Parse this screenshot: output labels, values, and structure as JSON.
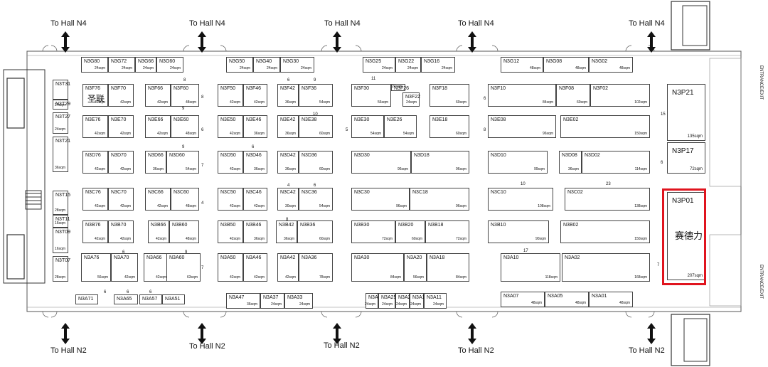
{
  "labels": {
    "top": [
      "To Hall N4",
      "To Hall N4",
      "To Hall N4",
      "To Hall N4",
      "To Hall N4"
    ],
    "bottom": [
      "To Hall N2",
      "To Hall N2",
      "To Hall N2",
      "To Hall N2",
      "To Hall N2"
    ],
    "entrance_top": "ENTRANCE/EXIT",
    "entrance_bottom": "ENTRANCE/EXIT"
  },
  "aisle_numbers": [
    "8",
    "9",
    "6",
    "9",
    "11",
    "10",
    "9",
    "6",
    "4",
    "6",
    "8",
    "6",
    "9",
    "6",
    "15",
    "17",
    "8",
    "6",
    "7",
    "7",
    "6",
    "6",
    "6",
    "8",
    "5",
    "10",
    "23",
    "4",
    "6",
    "7"
  ],
  "booths": [
    {
      "id": "N3G80",
      "size": "24sqm"
    },
    {
      "id": "N3G72",
      "size": "24sqm"
    },
    {
      "id": "N3G66",
      "size": "24sqm"
    },
    {
      "id": "N3G60",
      "size": "24sqm"
    },
    {
      "id": "N3G50",
      "size": "24sqm"
    },
    {
      "id": "N3G40",
      "size": "24sqm"
    },
    {
      "id": "N3G30",
      "size": "24sqm"
    },
    {
      "id": "N3G25",
      "size": "24sqm"
    },
    {
      "id": "N3G22",
      "size": "24sqm"
    },
    {
      "id": "N3G16",
      "size": "24sqm"
    },
    {
      "id": "N3G12",
      "size": "48sqm"
    },
    {
      "id": "N3G08",
      "size": "48sqm"
    },
    {
      "id": "N3G02",
      "size": "48sqm"
    },
    {
      "id": "N3F76",
      "size": "42sqm",
      "name": "圣联"
    },
    {
      "id": "N3F70",
      "size": "42sqm"
    },
    {
      "id": "N3F66",
      "size": "42sqm"
    },
    {
      "id": "N3F60",
      "size": "48sqm"
    },
    {
      "id": "N3F50",
      "size": "42sqm"
    },
    {
      "id": "N3F46",
      "size": "42sqm"
    },
    {
      "id": "N3F42",
      "size": "36sqm"
    },
    {
      "id": "N3F36",
      "size": "54sqm"
    },
    {
      "id": "N3F30",
      "size": "56sqm"
    },
    {
      "id": "N3F26",
      "size": "24sqm"
    },
    {
      "id": "N3F22",
      "size": "24sqm"
    },
    {
      "id": "N3F18",
      "size": "60sqm"
    },
    {
      "id": "N3F10",
      "size": "84sqm"
    },
    {
      "id": "N3F08",
      "size": "60sqm"
    },
    {
      "id": "N3F02",
      "size": "102sqm"
    },
    {
      "id": "N3E76",
      "size": "42sqm"
    },
    {
      "id": "N3E70",
      "size": "42sqm"
    },
    {
      "id": "N3E66",
      "size": "42sqm"
    },
    {
      "id": "N3E60",
      "size": "48sqm"
    },
    {
      "id": "N3E50",
      "size": "42sqm"
    },
    {
      "id": "N3E46",
      "size": "36sqm"
    },
    {
      "id": "N3E42",
      "size": "36sqm"
    },
    {
      "id": "N3E38",
      "size": "60sqm"
    },
    {
      "id": "N3E30",
      "size": "54sqm"
    },
    {
      "id": "N3E26",
      "size": "54sqm"
    },
    {
      "id": "N3E18",
      "size": "60sqm"
    },
    {
      "id": "N3E08",
      "size": "96sqm"
    },
    {
      "id": "N3E02",
      "size": "150sqm"
    },
    {
      "id": "N3D76",
      "size": "42sqm"
    },
    {
      "id": "N3D70",
      "size": "42sqm"
    },
    {
      "id": "N3D66",
      "size": "36sqm"
    },
    {
      "id": "N3D60",
      "size": "54sqm"
    },
    {
      "id": "N3D50",
      "size": "42sqm"
    },
    {
      "id": "N3D46",
      "size": "36sqm"
    },
    {
      "id": "N3D42",
      "size": "36sqm"
    },
    {
      "id": "N3D36",
      "size": "60sqm"
    },
    {
      "id": "N3D30",
      "size": "96sqm"
    },
    {
      "id": "N3D18",
      "size": "96sqm"
    },
    {
      "id": "N3D10",
      "size": "99sqm"
    },
    {
      "id": "N3D08",
      "size": "36sqm"
    },
    {
      "id": "N3D02",
      "size": "114sqm"
    },
    {
      "id": "N3C76",
      "size": "42sqm"
    },
    {
      "id": "N3C70",
      "size": "42sqm"
    },
    {
      "id": "N3C66",
      "size": "42sqm"
    },
    {
      "id": "N3C60",
      "size": "48sqm"
    },
    {
      "id": "N3C50",
      "size": "42sqm"
    },
    {
      "id": "N3C46",
      "size": "42sqm"
    },
    {
      "id": "N3C42",
      "size": "30sqm"
    },
    {
      "id": "N3C36",
      "size": "54sqm"
    },
    {
      "id": "N3C30",
      "size": "96sqm"
    },
    {
      "id": "N3C18",
      "size": "96sqm"
    },
    {
      "id": "N3C10",
      "size": "108sqm"
    },
    {
      "id": "N3C02",
      "size": "138sqm"
    },
    {
      "id": "N3B76",
      "size": "42sqm"
    },
    {
      "id": "N3B70",
      "size": "42sqm"
    },
    {
      "id": "N3B66",
      "size": "42sqm"
    },
    {
      "id": "N3B60",
      "size": "48sqm"
    },
    {
      "id": "N3B50",
      "size": "42sqm"
    },
    {
      "id": "N3B46",
      "size": "36sqm"
    },
    {
      "id": "N3B42",
      "size": "36sqm"
    },
    {
      "id": "N3B36",
      "size": "60sqm"
    },
    {
      "id": "N3B30",
      "size": "72sqm"
    },
    {
      "id": "N3B20",
      "size": "60sqm"
    },
    {
      "id": "N3B18",
      "size": "72sqm"
    },
    {
      "id": "N3B10",
      "size": "90sqm"
    },
    {
      "id": "N3B02",
      "size": "150sqm"
    },
    {
      "id": "N3A76",
      "size": "56sqm"
    },
    {
      "id": "N3A70",
      "size": "42sqm"
    },
    {
      "id": "N3A66",
      "size": "42sqm"
    },
    {
      "id": "N3A60",
      "size": "63sqm"
    },
    {
      "id": "N3A50",
      "size": "42sqm"
    },
    {
      "id": "N3A46",
      "size": "42sqm"
    },
    {
      "id": "N3A42",
      "size": "42sqm"
    },
    {
      "id": "N3A36",
      "size": "78sqm"
    },
    {
      "id": "N3A30",
      "size": "84sqm"
    },
    {
      "id": "N3A20",
      "size": "56sqm"
    },
    {
      "id": "N3A18",
      "size": "84sqm"
    },
    {
      "id": "N3A10",
      "size": "118sqm"
    },
    {
      "id": "N3A02",
      "size": "168sqm"
    },
    {
      "id": "N3A71",
      "size": ""
    },
    {
      "id": "N3A65",
      "size": ""
    },
    {
      "id": "N3A57",
      "size": ""
    },
    {
      "id": "N3A51",
      "size": ""
    },
    {
      "id": "N3A47",
      "size": "36sqm"
    },
    {
      "id": "N3A37",
      "size": "24sqm"
    },
    {
      "id": "N3A33",
      "size": "24sqm"
    },
    {
      "id": "N3A29",
      "size": "24sqm"
    },
    {
      "id": "N3A25",
      "size": "24sqm"
    },
    {
      "id": "N3A21",
      "size": "24sqm"
    },
    {
      "id": "N3A15",
      "size": "24sqm"
    },
    {
      "id": "N3A11",
      "size": "24sqm"
    },
    {
      "id": "N3A07",
      "size": "48sqm"
    },
    {
      "id": "N3A05",
      "size": "48sqm"
    },
    {
      "id": "N3A01",
      "size": "48sqm"
    },
    {
      "id": "N3T31",
      "size": ""
    },
    {
      "id": "N3T29",
      "size": "24sqm"
    },
    {
      "id": "N3T27",
      "size": "24sqm"
    },
    {
      "id": "N3T21",
      "size": "36sqm"
    },
    {
      "id": "N3T15",
      "size": "28sqm"
    },
    {
      "id": "N3T11",
      "size": "16sqm"
    },
    {
      "id": "N3T09",
      "size": "16sqm"
    },
    {
      "id": "N3T07",
      "size": "28sqm"
    },
    {
      "id": "N3P21",
      "size": "135sqm"
    },
    {
      "id": "N3P17",
      "size": "72sqm"
    },
    {
      "id": "N3P01",
      "size": "207sqm",
      "name": "赛德力"
    }
  ]
}
